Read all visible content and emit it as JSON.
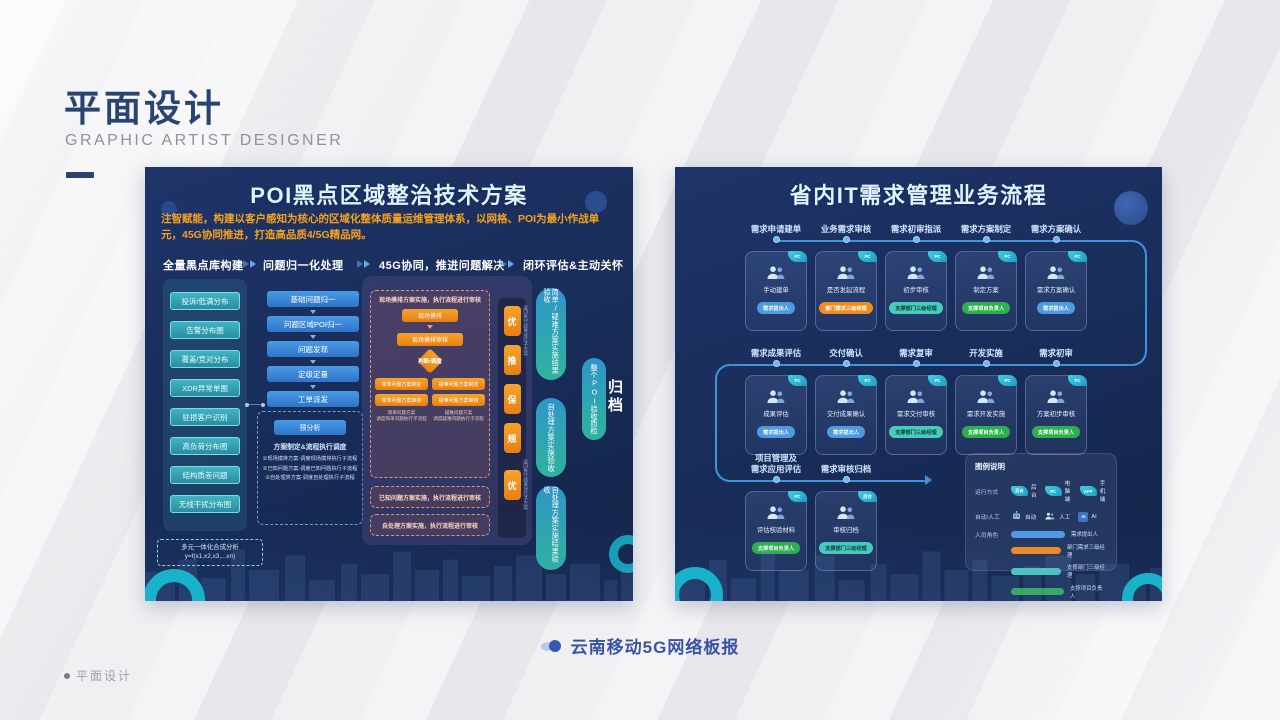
{
  "header": {
    "title": "平面设计",
    "subtitle": "GRAPHIC ARTIST DESIGNER"
  },
  "footer": {
    "caption": "云南移动5G网络板报"
  },
  "watermark": {
    "label": "平面设计"
  },
  "poster_left": {
    "title": "POI黑点区域整治技术方案",
    "intro": "注智赋能，构建以客户感知为核心的区域化整体质量运维管理体系，以网格、POI为最小作战单元，45G协同推进，打造高品质4/5G精品网。",
    "sections": [
      "全量黑点库构建",
      "问题归一化处理",
      "45G协同，推进问题解决",
      "闭环评估&主动关怀"
    ],
    "col1_items": [
      "投诉/低满分布",
      "告警分布图",
      "覆盖/竞对分布",
      "XDR异常单图",
      "驻损客户识别",
      "高负荷分布图",
      "结构质差问题",
      "无线干扰分布图"
    ],
    "col1_note": "多元一体化合成分析\ny=f(x1,x2,x3,...xn)",
    "col2_items": [
      "基础问题归一",
      "问题区域POI归一",
      "问题发现",
      "定级定量",
      "工单派发"
    ],
    "col2_pre_button": "预分析",
    "col2_box_label": "方案制定&流程执行调度",
    "col2_box_rows": [
      "①现场摸排方案-调度现场摸排执行子流程",
      "②已知问题方案-调度已知问题执行子流程",
      "③自处理类方案-调度自处理执行子流程"
    ],
    "stage3_box1_label": "现场摸排方案实施，执行流程进行审核",
    "stage3_steps": [
      "现场摸排",
      "现场摸排审核"
    ],
    "stage3_diamond": "判断/调度",
    "stage3_simple": [
      "简单问题方案制定",
      "简单问题方案审核"
    ],
    "stage3_simple_note": "简单问题方案\n调度简单问题执行子流程",
    "stage3_hard": [
      "疑难问题方案制定",
      "疑难问题方案审核"
    ],
    "stage3_hard_note": "疑难问题方案\n调度疑难问题执行子流程",
    "stage3_box2_label": "已知问题方案实施，执行流程进行审核",
    "stage3_box3_label": "自处理方案实施，执行流程进行审核",
    "stage3_chips": [
      "优",
      "推",
      "保",
      "规"
    ],
    "stage3_chip_single": "优",
    "stage4_capsules": [
      "简单/疑难方案实施结果验收",
      "自处理方案实施验收",
      "自处理方案实施结果验收"
    ],
    "stage4_return_note": "返回执行结果对应子方案",
    "stage4_final": "整个POI验收质检",
    "stage4_archive": "归档"
  },
  "poster_right": {
    "title": "省内IT需求管理业务流程",
    "rows": [
      {
        "stages": [
          "需求申请建单",
          "业务需求审核",
          "需求初审指派",
          "需求方案制定",
          "需求方案确认"
        ],
        "cards": [
          {
            "title": "手动建单",
            "tag": "需求提出人",
            "role": "blue",
            "badge": "PC"
          },
          {
            "title": "是否发起流程",
            "tag": "部门需求三级经理",
            "role": "orange",
            "badge": "PC"
          },
          {
            "title": "初步审核",
            "tag": "支撑部门三级经理",
            "role": "teal",
            "badge": "PC"
          },
          {
            "title": "制定方案",
            "tag": "支撑项目负责人",
            "role": "green",
            "badge": "PC"
          },
          {
            "title": "需求方案确认",
            "tag": "需求提出人",
            "role": "blue",
            "badge": "PC"
          }
        ]
      },
      {
        "stages": [
          "需求成果评估",
          "交付确认",
          "需求复审",
          "开发实施",
          "需求初审"
        ],
        "cards": [
          {
            "title": "成果评估",
            "tag": "需求提出人",
            "role": "blue",
            "badge": "PC"
          },
          {
            "title": "交付成果确认",
            "tag": "需求提出人",
            "role": "blue",
            "badge": "PC"
          },
          {
            "title": "需求交付审核",
            "tag": "支撑部门三级经理",
            "role": "teal",
            "badge": "PC"
          },
          {
            "title": "需求开发实施",
            "tag": "支撑项目负责人",
            "role": "green",
            "badge": "PC"
          },
          {
            "title": "方案初步审核",
            "tag": "支撑项目负责人",
            "role": "green",
            "badge": "PC"
          }
        ]
      },
      {
        "stages": [
          "项目管理及\n需求应用评估",
          "需求审核归档"
        ],
        "cards": [
          {
            "title": "评估核验材料",
            "tag": "支撑项目负责人",
            "role": "green",
            "badge": "PC"
          },
          {
            "title": "审核归档",
            "tag": "支撑部门三级经理",
            "role": "teal",
            "badge": "后台"
          }
        ]
      }
    ],
    "legend": {
      "title": "图例说明",
      "run_mode_label": "运行方式",
      "run_modes": [
        {
          "badge": "后台",
          "label": "后台"
        },
        {
          "badge": "PC",
          "label": "电脑端"
        },
        {
          "badge": "APP",
          "label": "手机端"
        }
      ],
      "auto_label": "自动/人工",
      "auto_items": [
        {
          "icon": "robot-icon",
          "label": "自动"
        },
        {
          "icon": "people-icon",
          "label": "人工"
        },
        {
          "icon": "ai-icon",
          "label": "AI"
        }
      ],
      "role_label": "人员角色",
      "roles": [
        {
          "color": "#4f9be0",
          "label": "需求提出人"
        },
        {
          "color": "#f08c1f",
          "label": "部门需求三级经理"
        },
        {
          "color": "#49ccbd",
          "label": "支撑部门三级经理"
        },
        {
          "color": "#2fae4d",
          "label": "支撑项目负责人"
        }
      ]
    }
  }
}
